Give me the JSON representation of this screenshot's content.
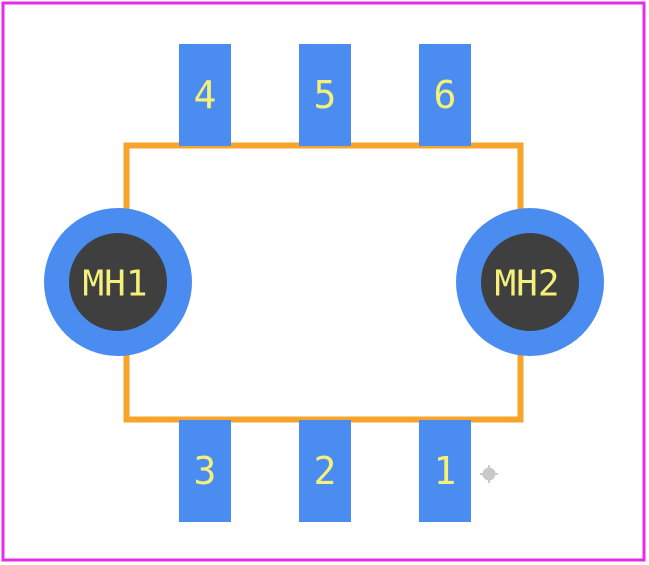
{
  "colors": {
    "board_outline": "#e62ce6",
    "body_outline": "#f7a42b",
    "pad": "#4a8cf0",
    "hole": "#3f3f3f",
    "label": "#f4f07a",
    "pin1_marker": "#c8c8c8",
    "background": "#ffffff"
  },
  "pads": [
    {
      "label": "4",
      "row": "top",
      "index": 0
    },
    {
      "label": "5",
      "row": "top",
      "index": 1
    },
    {
      "label": "6",
      "row": "top",
      "index": 2
    },
    {
      "label": "3",
      "row": "bottom",
      "index": 0
    },
    {
      "label": "2",
      "row": "bottom",
      "index": 1
    },
    {
      "label": "1",
      "row": "bottom",
      "index": 2
    }
  ],
  "mounting_holes": [
    {
      "label": "MH1",
      "side": "left"
    },
    {
      "label": "MH2",
      "side": "right"
    }
  ],
  "pin1_marker_icon": "crosshair-icon"
}
